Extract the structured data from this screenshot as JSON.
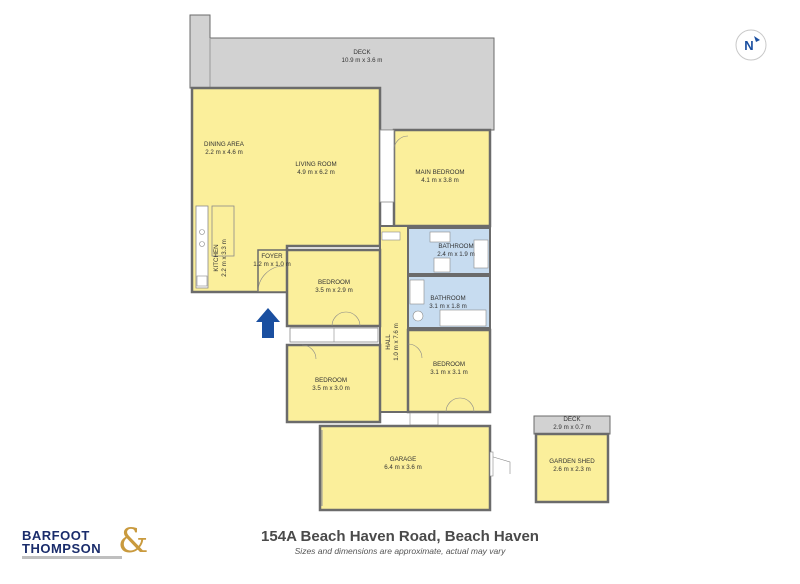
{
  "rooms": [
    {
      "name": "DECK",
      "dims": "10.9 m x 3.6 m"
    },
    {
      "name": "DINING AREA",
      "dims": "2.2 m x 4.6 m"
    },
    {
      "name": "LIVING ROOM",
      "dims": "4.9 m x 6.2 m"
    },
    {
      "name": "MAIN BEDROOM",
      "dims": "4.1 m x 3.8 m"
    },
    {
      "name": "KITCHEN",
      "dims": "2.2 m x 3.3 m"
    },
    {
      "name": "FOYER",
      "dims": "1.2 m x 1.0 m"
    },
    {
      "name": "BATHROOM",
      "dims": "2.4 m x 1.9 m"
    },
    {
      "name": "BEDROOM",
      "dims": "3.5 m x 2.9 m"
    },
    {
      "name": "BATHROOM",
      "dims": "3.1 m x 1.8 m"
    },
    {
      "name": "HALL",
      "dims": "1.0 m x 7.6 m"
    },
    {
      "name": "BEDROOM",
      "dims": "3.1 m x 3.1 m"
    },
    {
      "name": "BEDROOM",
      "dims": "3.5 m x 3.0 m"
    },
    {
      "name": "GARAGE",
      "dims": "6.4 m x 3.6 m"
    },
    {
      "name": "DECK",
      "dims": "2.9 m x 0.7 m"
    },
    {
      "name": "GARDEN SHED",
      "dims": "2.6 m x 2.3 m"
    }
  ],
  "footer": {
    "address": "154A Beach Haven Road, Beach Haven",
    "disclaimer": "Sizes and dimensions are approximate, actual may vary"
  },
  "logo": {
    "line1": "BARFOOT",
    "line2": "THOMPSON",
    "amp": "&"
  },
  "compass": {
    "letter": "N"
  },
  "colors": {
    "room_fill": "#fbef9b",
    "wall": "#6b6b6b",
    "deck_fill": "#d2d2d2",
    "bathroom_fill": "#c7dcf0",
    "entry_arrow": "#1a4fa0",
    "brand_navy": "#1a2c6b",
    "brand_gold": "#c99a3e"
  }
}
